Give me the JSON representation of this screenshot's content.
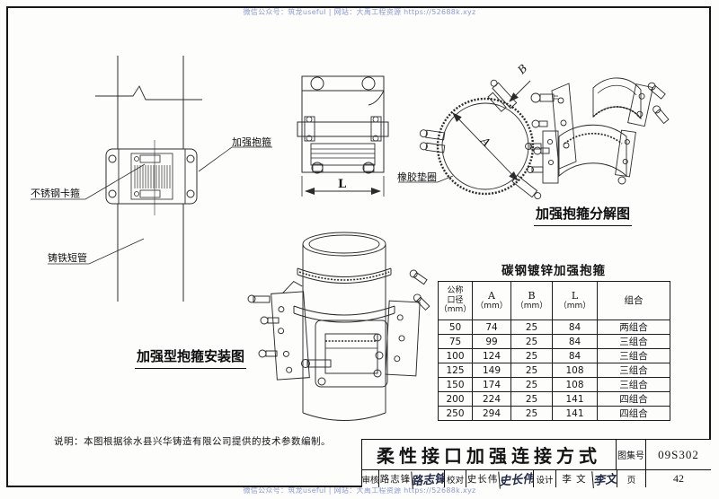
{
  "watermark": {
    "text": "微信公众号：筑龙useful | 网站：大禹工程资源 https://52688k.xyz"
  },
  "diagrams": {
    "installation": {
      "caption": "加强型抱箍安装图",
      "label_reinforced_clamp": "加强抱箍",
      "label_stainless_clamp": "不锈钢卡箍",
      "label_cast_iron_pipe": "铸铁短管"
    },
    "front_view": {
      "dim_length": "L"
    },
    "exploded": {
      "caption": "加强抱箍分解图",
      "label_rubber_gasket": "橡胶垫圈",
      "dim_a": "A",
      "dim_b": "B"
    }
  },
  "table": {
    "title": "碳钢镀锌加强抱箍",
    "col_dn": {
      "l1": "公称",
      "l2": "口径",
      "l3": "（mm）"
    },
    "cols": [
      {
        "name": "A",
        "unit": "（mm）"
      },
      {
        "name": "B",
        "unit": "（mm）"
      },
      {
        "name": "L",
        "unit": "（mm）"
      }
    ],
    "col_combo": "组合",
    "rows": [
      [
        "50",
        "74",
        "25",
        "84",
        "两组合"
      ],
      [
        "75",
        "99",
        "25",
        "84",
        "三组合"
      ],
      [
        "100",
        "124",
        "25",
        "84",
        "三组合"
      ],
      [
        "125",
        "149",
        "25",
        "108",
        "三组合"
      ],
      [
        "150",
        "174",
        "25",
        "108",
        "三组合"
      ],
      [
        "200",
        "224",
        "25",
        "141",
        "四组合"
      ],
      [
        "250",
        "294",
        "25",
        "141",
        "四组合"
      ]
    ]
  },
  "note": "说明：本图根据徐水县兴华铸造有限公司提供的技术参数编制。",
  "title_block": {
    "drawing_title": "柔性接口加强连接方式",
    "atlas_no_label": "图集号",
    "atlas_no": "09S302",
    "page_label": "页",
    "page_no": "42",
    "reviewer_label": "审核",
    "reviewer_name": "路志锋",
    "reviewer_signature": "路志锋",
    "checker_label": "校对",
    "checker_name": "史长伟",
    "checker_signature": "史长伟",
    "designer_label": "设计",
    "designer_name": "李 文",
    "designer_signature": "李文"
  }
}
